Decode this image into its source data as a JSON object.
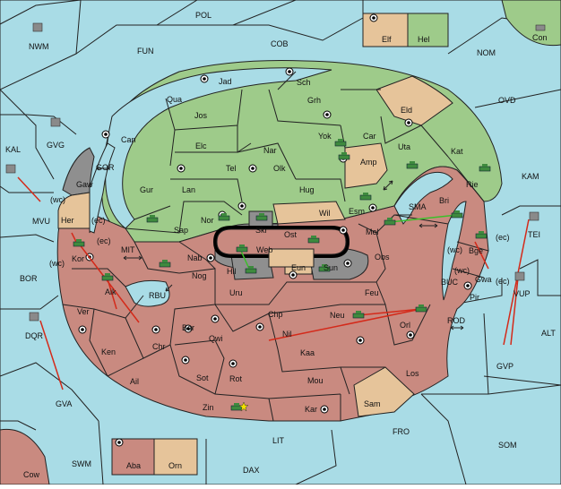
{
  "map": {
    "title": "",
    "colors": {
      "sea": "#a9dce6",
      "power_green": "#9ecb8a",
      "power_red": "#c98a80",
      "neutral_tan": "#e6c49a",
      "impassable_grey": "#8f8f8f",
      "order_arrow": "#d42a1a",
      "support_arrow": "#3bbf2a"
    },
    "sea_labels": {
      "pol": "POL",
      "fun": "FUN",
      "cob": "COB",
      "nom": "NOM",
      "nwm": "NWM",
      "con": "Con",
      "ovd": "OVD",
      "kal": "KAL",
      "gvg": "GVG",
      "gor": "GOR",
      "mvu": "MVU",
      "wc1": "(wc)",
      "ec1": "(ec)",
      "mit": "MIT",
      "bor": "BOR",
      "rbu": "RBU",
      "dqr": "DQR",
      "gva": "GVA",
      "swm": "SWM",
      "cow": "Cow",
      "lit": "LIT",
      "dax": "DAX",
      "fro": "FRO",
      "som": "SOM",
      "gvp": "GVP",
      "alt": "ALT",
      "kam": "KAM",
      "sma": "SMA",
      "buc": "BUC",
      "rod": "ROD",
      "tei": "TEI",
      "vup": "VUP",
      "wc2": "(wc)",
      "ec2": "(ec)",
      "wc3": "(wc)",
      "ec3": "(ec)",
      "wc4": "(wc)",
      "ec4": "(ec)"
    },
    "green_labels": {
      "jad": "Jad",
      "sch": "Sch",
      "qua": "Qua",
      "jos": "Jos",
      "grh": "Grh",
      "eld": "Eld",
      "can": "Can",
      "yok": "Yok",
      "car": "Car",
      "uta": "Uta",
      "kat": "Kat",
      "elc": "Elc",
      "nar": "Nar",
      "tel": "Tel",
      "olk": "Olk",
      "gur": "Gur",
      "lan": "Lan",
      "hug": "Hug",
      "rie": "Rie",
      "nor": "Nor",
      "sap": "Sap",
      "esm": "Esm",
      "bri": "Bri",
      "wil": "Wil"
    },
    "red_labels": {
      "gaw": "Gaw",
      "her": "Her",
      "kor": "Kor",
      "aik": "Aik",
      "ver": "Ver",
      "ken": "Ken",
      "chr": "Chr",
      "ail": "Ail",
      "nab": "Nab",
      "nog": "Nog",
      "uru": "Uru",
      "bar": "Bar",
      "qwi": "Qwi",
      "chp": "Chp",
      "nil": "Nil",
      "neu": "Neu",
      "feu": "Feu",
      "orl": "Orl",
      "kaa": "Kaa",
      "mou": "Mou",
      "los": "Los",
      "sot": "Sot",
      "rot": "Rot",
      "zin": "Zin",
      "kar": "Kar",
      "mel": "Mel",
      "obs": "Obs",
      "bge": "Bge",
      "gwa": "Gwa",
      "pir": "Pir",
      "hil": "Hil",
      "aba": "Aba",
      "ost": "Ost"
    },
    "tan_labels": {
      "elf": "Elf",
      "hel": "Hel",
      "amp": "Amp",
      "sam": "Sam",
      "orn": "Orn",
      "eun": "Eun"
    },
    "grey_labels": {
      "skr": "Skr",
      "web": "Web",
      "sun": "Sun"
    }
  }
}
